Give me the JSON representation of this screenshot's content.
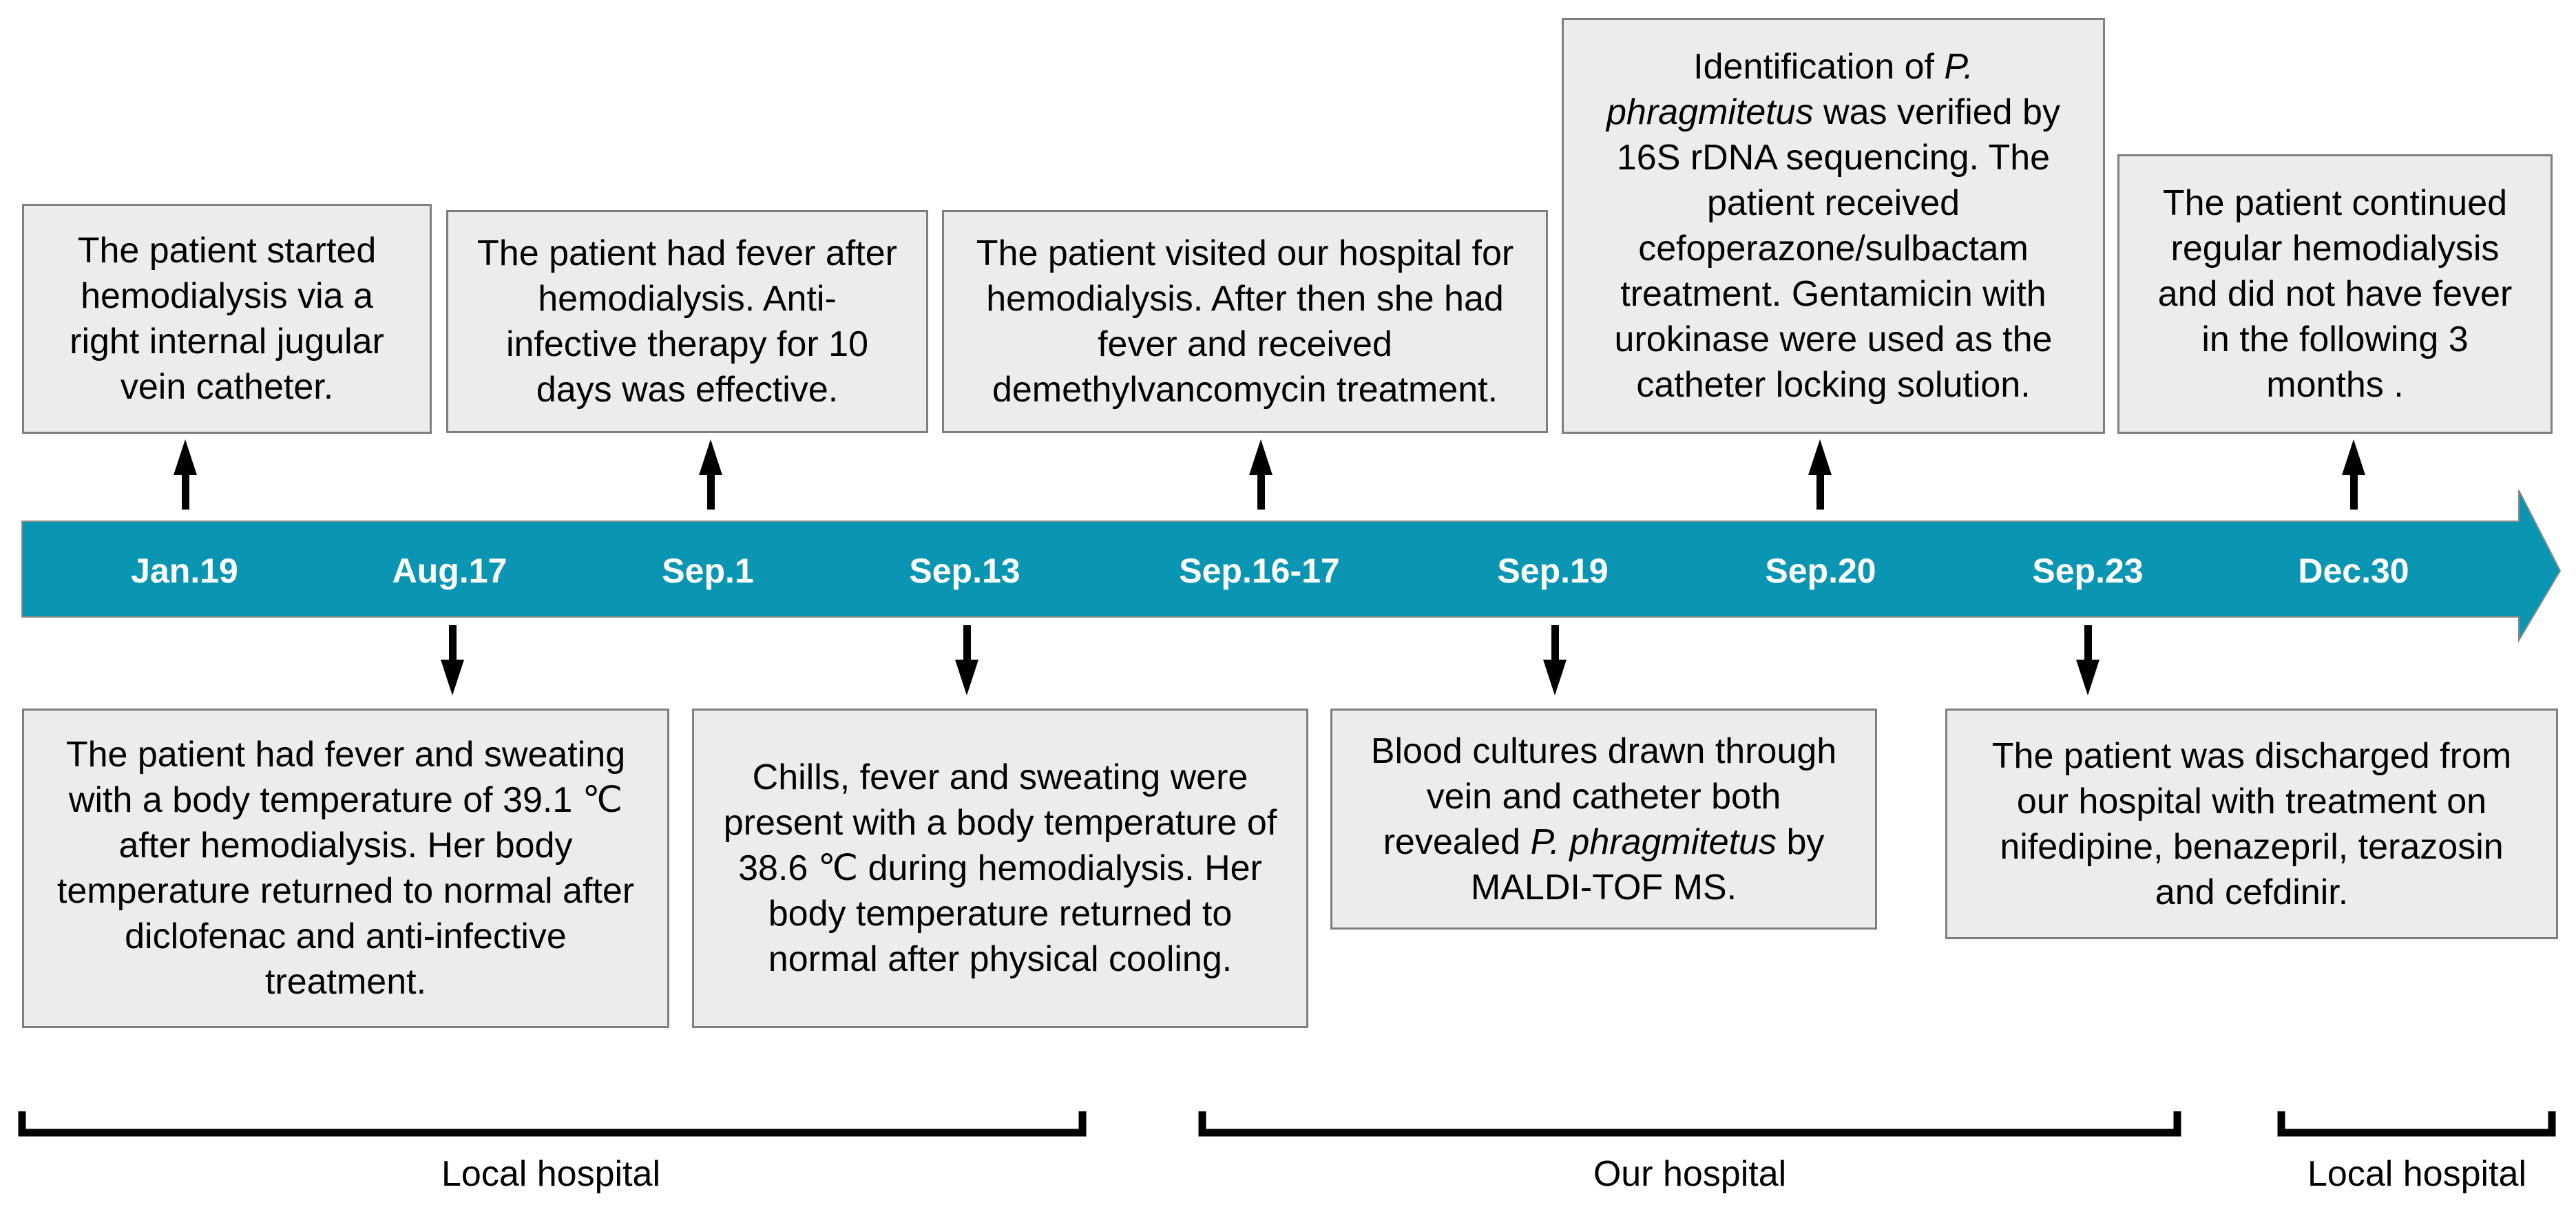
{
  "dates": [
    "Jan.19",
    "Aug.17",
    "Sep.1",
    "Sep.13",
    "Sep.16-17",
    "Sep.19",
    "Sep.20",
    "Sep.23",
    "Dec.30"
  ],
  "colors": {
    "timeline_bar": "#0a96b3",
    "box_fill": "#edeceb",
    "box_border": "#7f7f7f"
  },
  "events_top": [
    {
      "date": "Jan.19",
      "text": [
        "The patient started hemodialysis via a right internal jugular vein catheter."
      ]
    },
    {
      "date": "Sep.1",
      "text": [
        "The patient had fever after hemodialysis. Anti-infective therapy for 10 days was effective."
      ]
    },
    {
      "date": "Sep.16-17",
      "text": [
        "The patient visited our hospital for hemodialysis. After then she had fever and received demethylvancomycin treatment."
      ]
    },
    {
      "date": "Sep.20",
      "text": [
        "Identification of ",
        "P. phragmitetus",
        " was verified by 16S rDNA sequencing. The patient received cefoperazone/sulbactam treatment. Gentamicin with urokinase were used as the catheter locking solution."
      ]
    },
    {
      "date": "Dec.30",
      "text": [
        "The patient continued regular hemodialysis and did not have fever in the following 3 months ."
      ]
    }
  ],
  "events_bottom": [
    {
      "date": "Aug.17",
      "text": [
        "The patient had fever and sweating with a body temperature of 39.1 ℃ after hemodialysis. Her body temperature returned to normal after diclofenac and anti-infective treatment."
      ]
    },
    {
      "date": "Sep.13",
      "text": [
        "Chills, fever and sweating were present with a body temperature of 38.6 ℃ during hemodialysis. Her body temperature returned to normal after physical cooling."
      ]
    },
    {
      "date": "Sep.19",
      "text": [
        "Blood cultures drawn through vein and catheter both revealed ",
        "P. phragmitetus",
        " by MALDI-TOF MS."
      ]
    },
    {
      "date": "Sep.23",
      "text": [
        "The patient was discharged from our hospital with treatment on nifedipine, benazepril, terazosin and cefdinir."
      ]
    }
  ],
  "periods": [
    "Local hospital",
    "Our hospital",
    "Local hospital"
  ]
}
